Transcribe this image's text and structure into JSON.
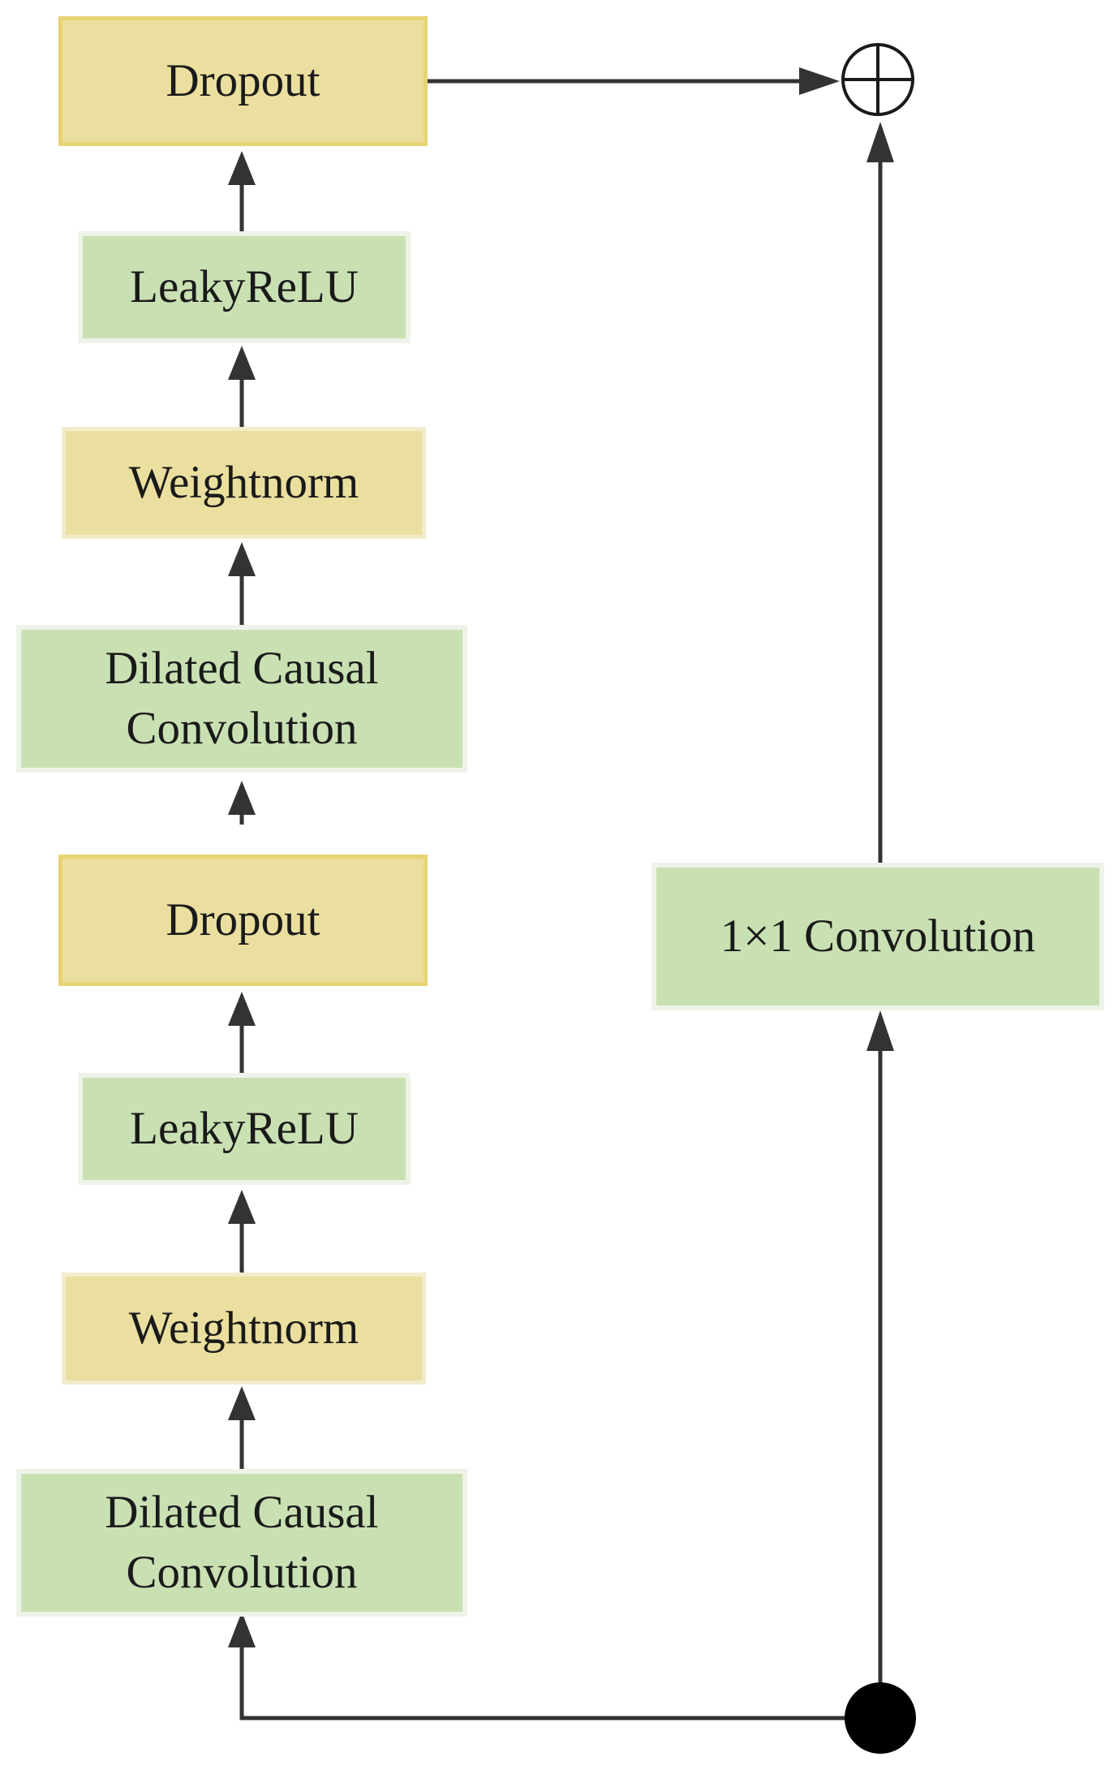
{
  "diagram": {
    "left_column": [
      {
        "id": "dropout_top",
        "label": "Dropout",
        "color": "#ebdf9f"
      },
      {
        "id": "leakyrelu_top",
        "label": "LeakyReLU",
        "color": "#c9e0b3"
      },
      {
        "id": "weightnorm_top",
        "label": "Weightnorm",
        "color": "#ebdf9f"
      },
      {
        "id": "dilated_top",
        "label": "Dilated Causal\nConvolution",
        "color": "#c9e0b3"
      },
      {
        "id": "dropout_bottom",
        "label": "Dropout",
        "color": "#ebdf9f"
      },
      {
        "id": "leakyrelu_bottom",
        "label": "LeakyReLU",
        "color": "#c9e0b3"
      },
      {
        "id": "weightnorm_bottom",
        "label": "Weightnorm",
        "color": "#ebdf9f"
      },
      {
        "id": "dilated_bottom",
        "label": "Dilated Causal\nConvolution",
        "color": "#c9e0b3"
      }
    ],
    "residual_conv": {
      "id": "conv1x1",
      "label": "1×1 Convolution",
      "color": "#c9e0b3"
    },
    "sum_node": {
      "symbol": "⊕"
    },
    "input_node": {
      "shape": "filled-circle"
    },
    "edges": [
      {
        "from": "input_node",
        "to": "dilated_bottom"
      },
      {
        "from": "dilated_bottom",
        "to": "weightnorm_bottom"
      },
      {
        "from": "weightnorm_bottom",
        "to": "leakyrelu_bottom"
      },
      {
        "from": "leakyrelu_bottom",
        "to": "dropout_bottom"
      },
      {
        "from": "dropout_bottom",
        "to": "dilated_top"
      },
      {
        "from": "dilated_top",
        "to": "weightnorm_top"
      },
      {
        "from": "weightnorm_top",
        "to": "leakyrelu_top"
      },
      {
        "from": "leakyrelu_top",
        "to": "dropout_top"
      },
      {
        "from": "dropout_top",
        "to": "sum_node"
      },
      {
        "from": "input_node",
        "to": "conv1x1"
      },
      {
        "from": "conv1x1",
        "to": "sum_node"
      }
    ]
  }
}
